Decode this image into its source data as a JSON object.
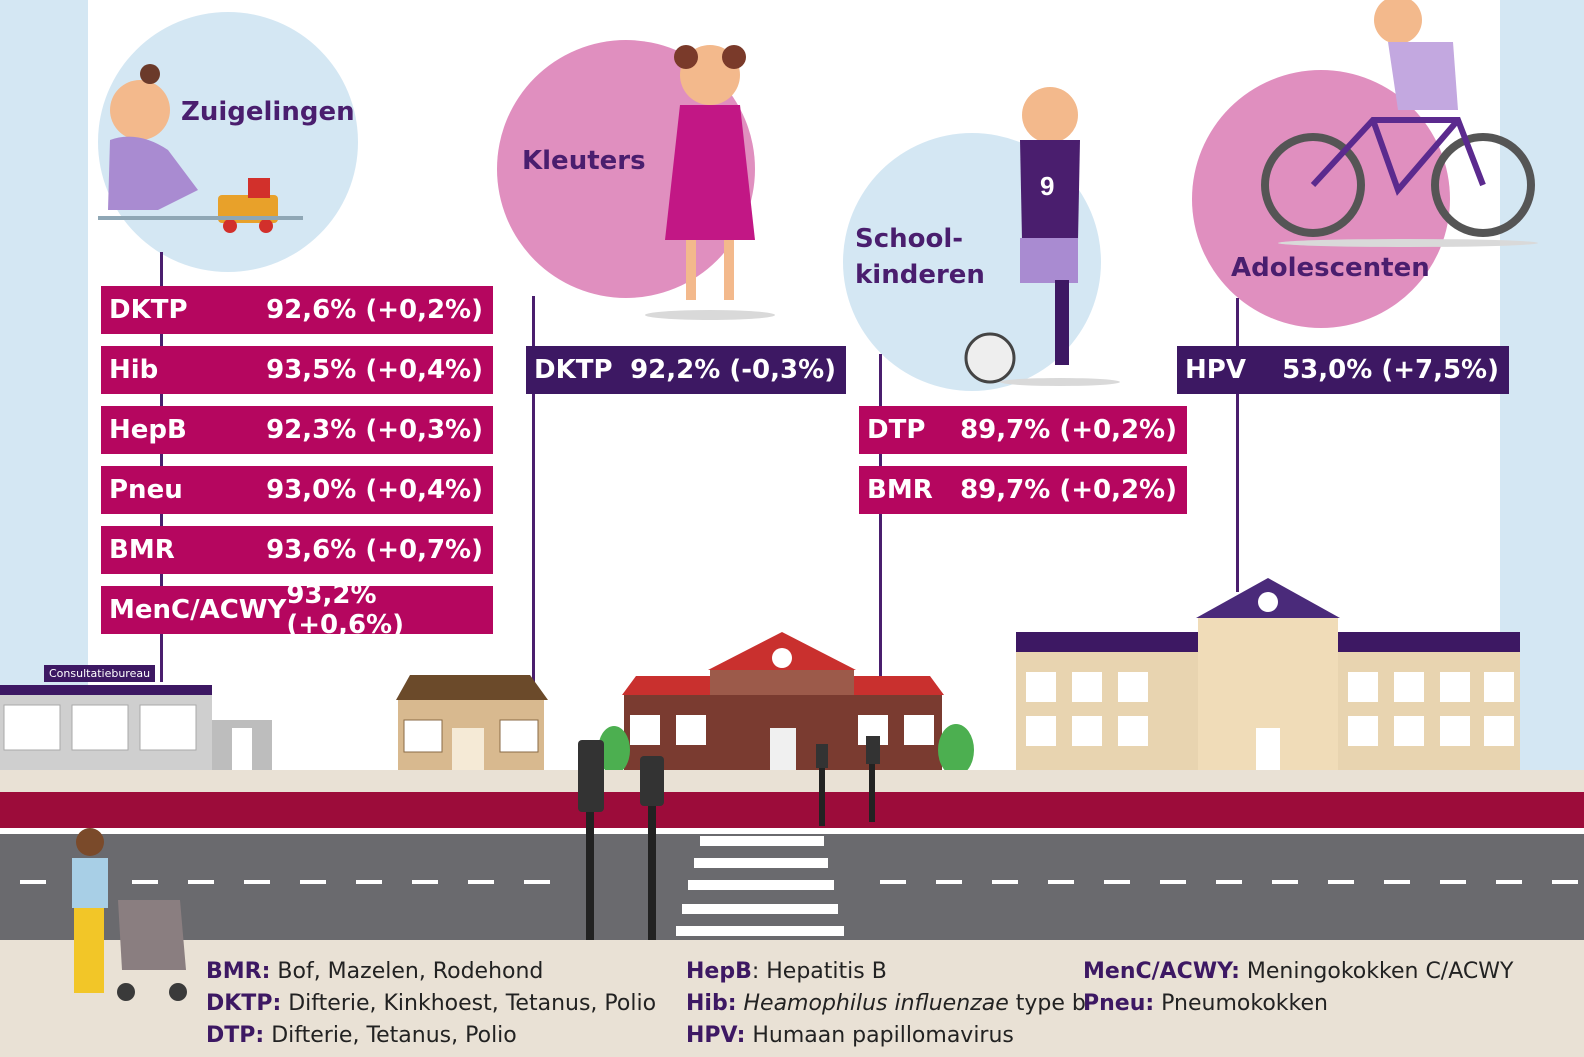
{
  "groups": {
    "zuigelingen": {
      "label": "Zuigelingen"
    },
    "kleuters": {
      "label": "Kleuters"
    },
    "schoolkinderen": {
      "label": "School-\nkinderen"
    },
    "adolescenten": {
      "label": "Adolescenten"
    }
  },
  "zuigelingen_rates": [
    {
      "vaccine": "DKTP",
      "value": "92,6% (+0,2%)"
    },
    {
      "vaccine": "Hib",
      "value": "93,5% (+0,4%)"
    },
    {
      "vaccine": "HepB",
      "value": "92,3% (+0,3%)"
    },
    {
      "vaccine": "Pneu",
      "value": "93,0% (+0,4%)"
    },
    {
      "vaccine": "BMR",
      "value": "93,6% (+0,7%)"
    },
    {
      "vaccine": "MenC/ACWY",
      "value": "93,2% (+0,6%)"
    }
  ],
  "kleuters_rates": [
    {
      "vaccine": "DKTP",
      "value": "92,2% (-0,3%)"
    }
  ],
  "schoolkinderen_rates": [
    {
      "vaccine": "DTP",
      "value": "89,7% (+0,2%)"
    },
    {
      "vaccine": "BMR",
      "value": "89,7% (+0,2%)"
    }
  ],
  "adolescenten_rates": [
    {
      "vaccine": "HPV",
      "value": "53,0% (+7,5%)"
    }
  ],
  "jersey_number": "9",
  "building_sign": "Consultatiebureau",
  "legend": {
    "col1": [
      {
        "abbr": "BMR:",
        "text": " Bof, Mazelen, Rodehond"
      },
      {
        "abbr": "DKTP:",
        "text": " Difterie, Kinkhoest, Tetanus, Polio"
      },
      {
        "abbr": "DTP:",
        "text": " Difterie, Tetanus, Polio"
      }
    ],
    "col2": [
      {
        "abbr": "HepB",
        "text": ": Hepatitis B"
      },
      {
        "abbr": "Hib:",
        "text_italic": " Heamophilus influenzae",
        "text": " type b"
      },
      {
        "abbr": "HPV:",
        "text": " Humaan papillomavirus"
      }
    ],
    "col3": [
      {
        "abbr": "MenC/ACWY:",
        "text": " Meningokokken C/ACWY"
      },
      {
        "abbr": "Pneu:",
        "text": " Pneumokokken"
      }
    ]
  },
  "colors": {
    "magenta": "#b5065f",
    "purple": "#3d1863",
    "pink_circle": "#e08fbf",
    "blue_circle": "#d4e7f3",
    "bikelane": "#9c0c3a",
    "road": "#6a6a6e",
    "sidewalk": "#e9e1d5"
  }
}
